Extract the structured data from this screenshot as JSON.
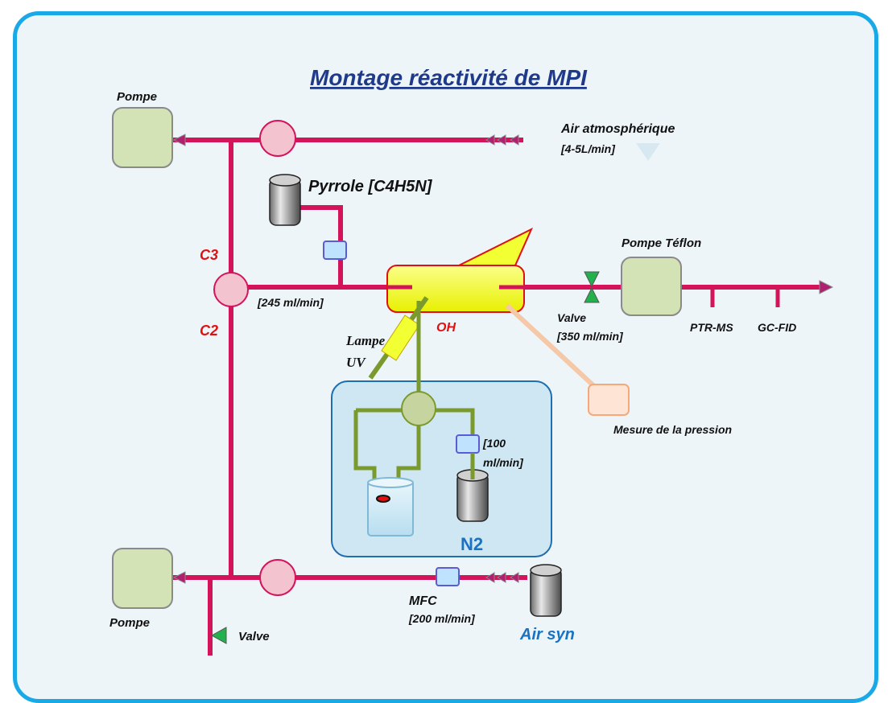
{
  "title": "Montage réactivité de MPI",
  "labels": {
    "pump_top": "Pompe",
    "pump_bottom": "Pompe",
    "air_atm_1": "Air atmosphérique",
    "air_atm_2": "[4-5L/min]",
    "pyrrole": "Pyrrole [C4H5N]",
    "c3": "C3",
    "c2": "C2",
    "flow_245": "[245  ml/min]",
    "oh": "OH",
    "lamp_1": "Lampe",
    "lamp_2": "UV",
    "pompe_teflon": "Pompe Téflon",
    "valve_right": "Valve",
    "flow_350": "[350 ml/min]",
    "ptr_ms": "PTR-MS",
    "gc_fid": "GC-FID",
    "pressure": "Mesure de la pression",
    "flow_100_1": "[100",
    "flow_100_2": "ml/min]",
    "n2": "N2",
    "mfc": "MFC",
    "flow_200": "[200 ml/min]",
    "air_syn": "Air syn",
    "valve_bottom": "Valve"
  },
  "colors": {
    "line": "#d4145a",
    "green_line": "#7a9a2e",
    "frame": "#19a9e6",
    "pump_fill": "#d4e3b5",
    "reactor_fill": "#f2ff33"
  }
}
